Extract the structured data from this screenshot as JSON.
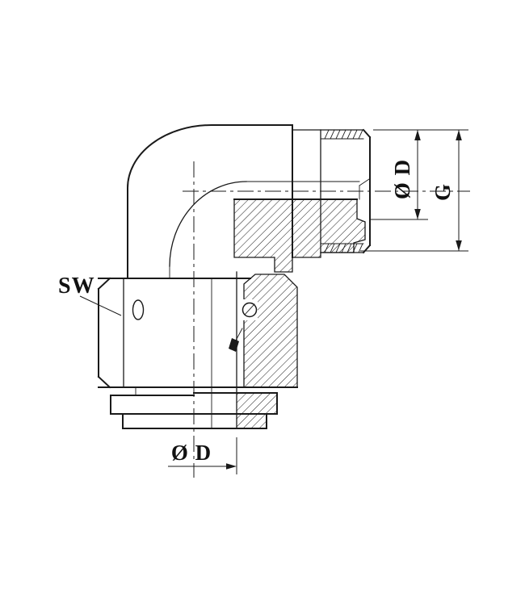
{
  "page": {
    "background_color": "#ffffff",
    "line_color": "#1a1a1a"
  },
  "labels": {
    "wrench_size": "SW",
    "diameter_right": "Ø D",
    "thread": "G",
    "diameter_bottom": "Ø D"
  }
}
